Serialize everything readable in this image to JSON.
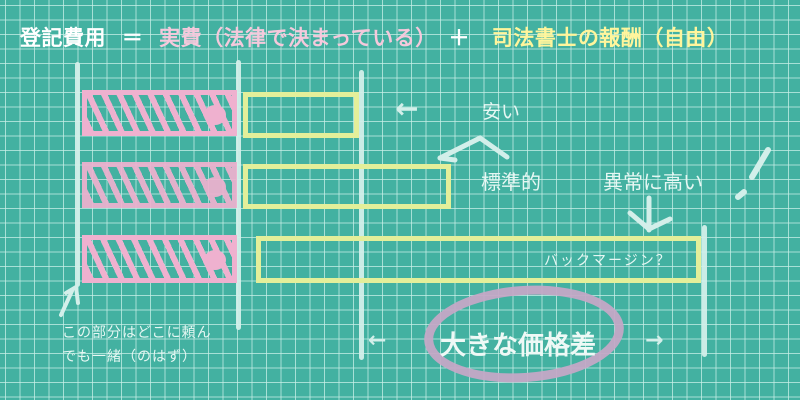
{
  "title": {
    "lhs": "登記費用",
    "equals": "＝",
    "actual_cost": "実費（法律で決まっている）",
    "plus": "＋",
    "fee": "司法書士の報酬（自由）"
  },
  "labels": {
    "cheap": "安い",
    "standard": "標準的",
    "abnormally_high": "異常に高い",
    "kickback": "バックマージン？",
    "big_difference": "大きな価格差",
    "same_everywhere_line1": "この部分はどこに頼ん",
    "same_everywhere_line2": "でも一緒（のはず）"
  },
  "icons": {
    "left_arrow": "←",
    "right_arrow": "→",
    "down_arrow": "↓",
    "exclamation": "!"
  },
  "colors": {
    "board": "#43b1a1",
    "grid": "#c8f0e8",
    "chalk_white": "#d3efea",
    "actual_cost_pink": "#efb1cf",
    "fee_yellow": "#e3ef9a",
    "circle_purple": "#c4a8c6"
  },
  "chart_data": {
    "type": "bar",
    "title": "登記費用 ＝ 実費（法律で決まっている）＋ 司法書士の報酬（自由）",
    "categories": [
      "安い",
      "標準的",
      "異常に高い"
    ],
    "series": [
      {
        "name": "実費（法律で決まっている）",
        "values": [
          1,
          1,
          1
        ]
      },
      {
        "name": "司法書士の報酬（自由）",
        "values": [
          0.75,
          1.35,
          2.9
        ]
      }
    ],
    "annotations": [
      "バックマージン？",
      "大きな価格差",
      "この部分はどこに頼んでも一緒（のはず）"
    ]
  }
}
